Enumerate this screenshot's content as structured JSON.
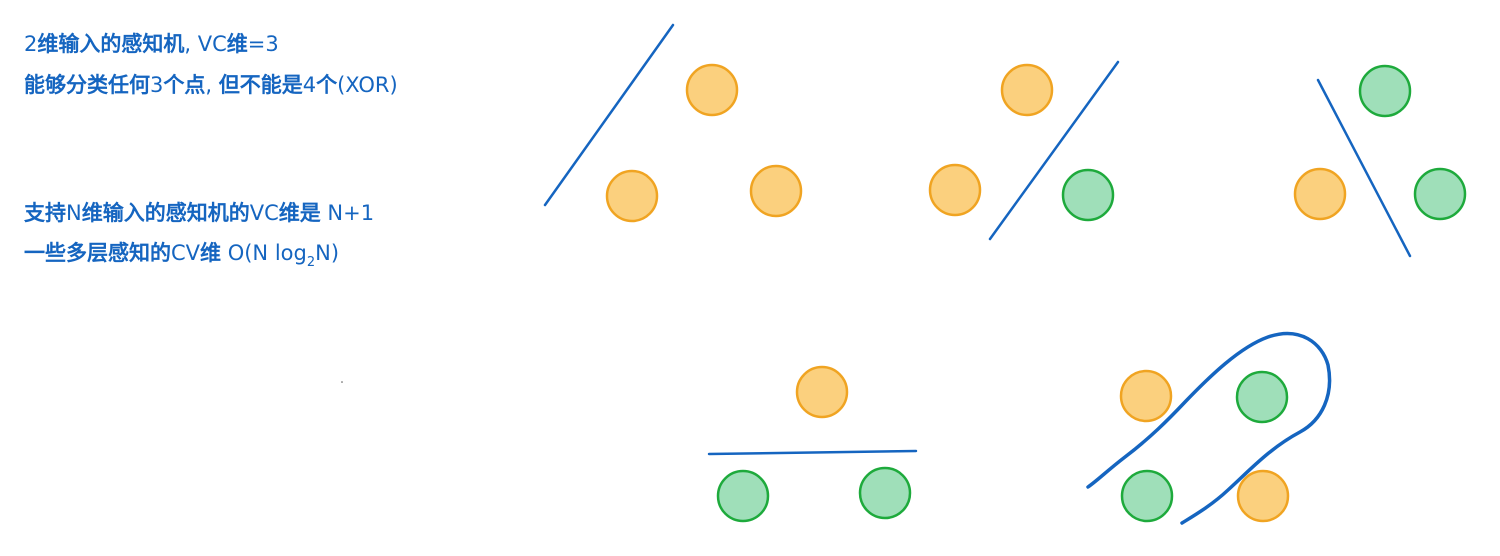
{
  "colors": {
    "text": "#1565c0",
    "line": "#1565c0",
    "orange_fill": "#fbd07e",
    "orange_stroke": "#f0a422",
    "green_fill": "#9fdfb9",
    "green_stroke": "#1eaa3c"
  },
  "notes": {
    "line1": {
      "p1": "2",
      "p2": "维输入的感知机",
      "p3": ", VC",
      "p4": "维",
      "p5": "=3"
    },
    "line2": {
      "p1": "能够分类任何",
      "p2": "3",
      "p3": "个点",
      "p4": ", ",
      "p5": "但不能是",
      "p6": "4",
      "p7": "个",
      "p8": "(XOR)"
    },
    "line3": {
      "p1": "支持",
      "p2": "N",
      "p3": "维输入的感知机的",
      "p4": "VC",
      "p5": "维是",
      "p6": " N+1"
    },
    "line4": {
      "p1": "一些多层感知的",
      "p2": "CV",
      "p3": "维",
      "p4": " O(N log",
      "p5": "2",
      "p6": "N)"
    }
  },
  "diagram": {
    "panels": [
      {
        "name": "panel-1",
        "points": [
          "orange",
          "orange",
          "orange"
        ]
      },
      {
        "name": "panel-2",
        "points": [
          "orange",
          "orange",
          "green"
        ]
      },
      {
        "name": "panel-3",
        "points": [
          "green",
          "orange",
          "green"
        ]
      },
      {
        "name": "panel-4",
        "points": [
          "orange",
          "green",
          "green"
        ]
      },
      {
        "name": "panel-5-xor",
        "points": [
          "orange",
          "green",
          "green",
          "orange"
        ]
      }
    ]
  }
}
